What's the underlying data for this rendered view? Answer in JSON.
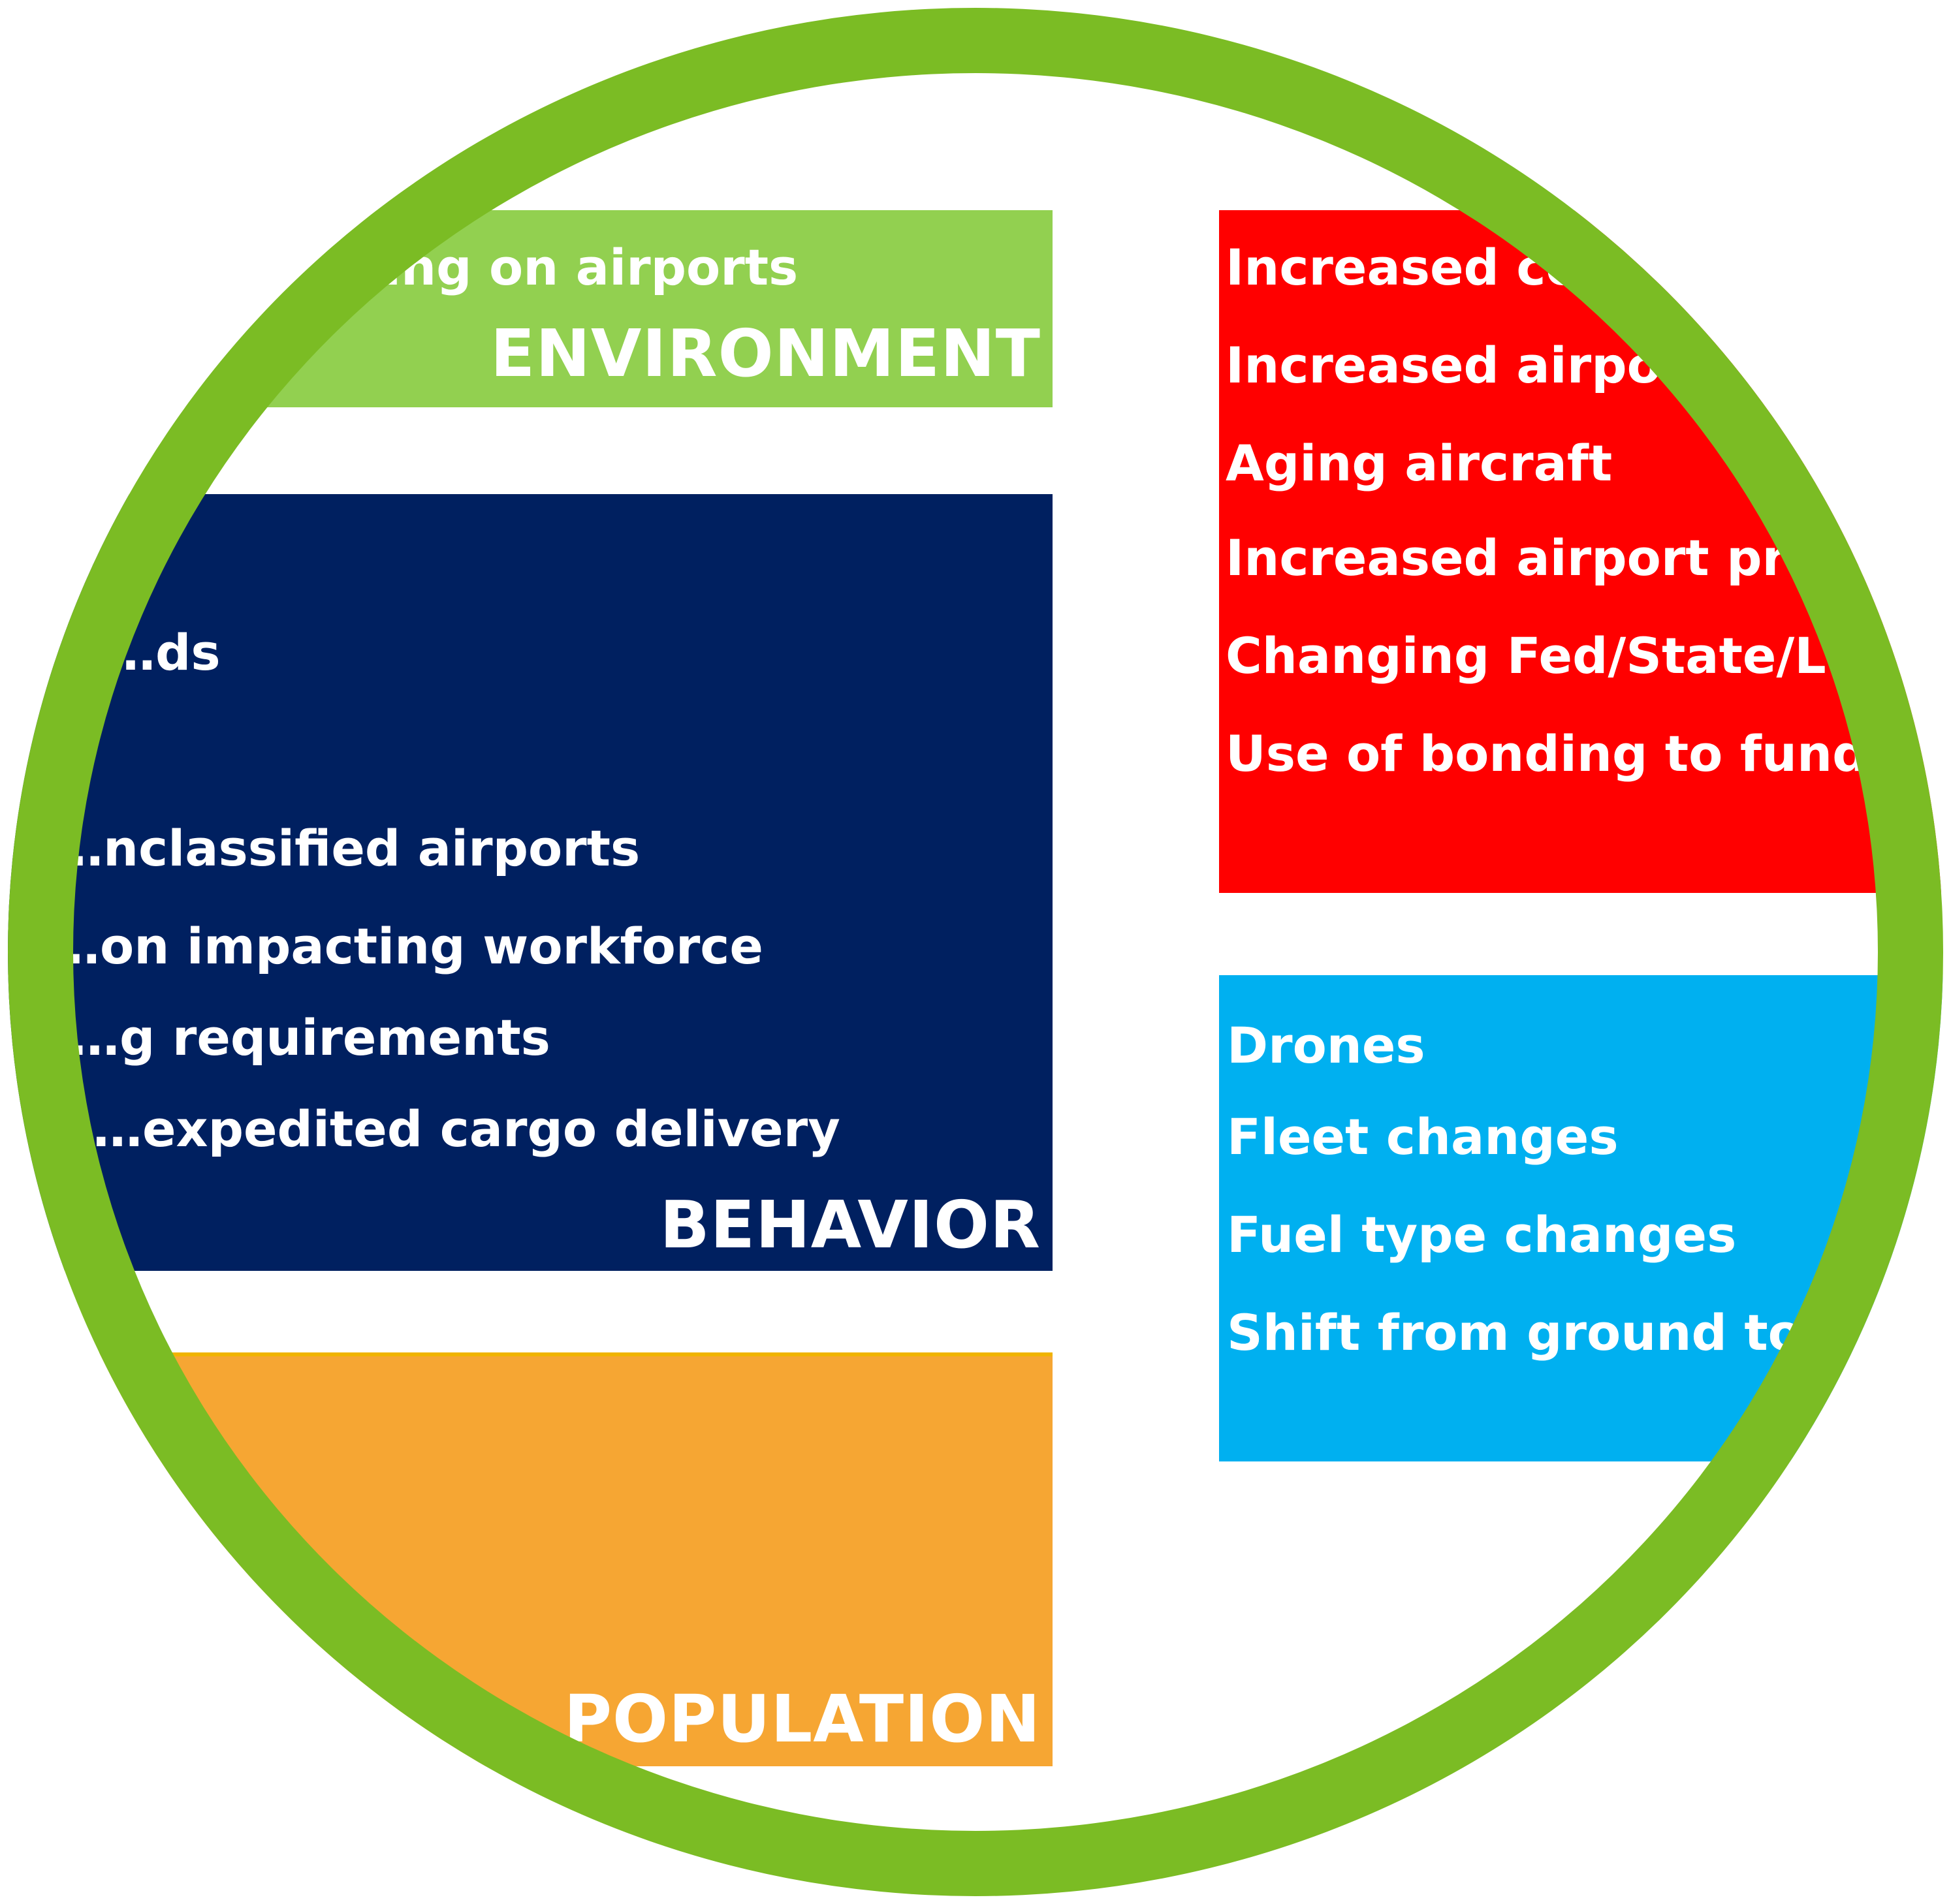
{
  "colors": {
    "ring": "#7bbc24",
    "environment": "#92d050",
    "behavior": "#002060",
    "population": "#f6a633",
    "economy": "#ff0000",
    "technology": "#00b0f0",
    "text": "#ffffff"
  },
  "panels": {
    "environment": {
      "title": "ENVIRONMENT",
      "lines": [
        "…ing on airports"
      ]
    },
    "behavior": {
      "title": "BEHAVIOR",
      "lines": [
        "…ds",
        "…nclassified airports",
        "…on impacting workforce",
        "…g requirements",
        "…expedited cargo delivery"
      ]
    },
    "population": {
      "title": "POPULATION",
      "lines": []
    },
    "economy": {
      "lines": [
        "Increased co…",
        "Increased airpo…",
        "Aging aircraft",
        "Increased airport pro…",
        "Changing Fed/State/Lo…",
        "Use of bonding to fund…"
      ]
    },
    "technology": {
      "lines": [
        "Drones",
        "Fleet changes",
        "Fuel type changes",
        "Shift from ground to…"
      ]
    }
  }
}
